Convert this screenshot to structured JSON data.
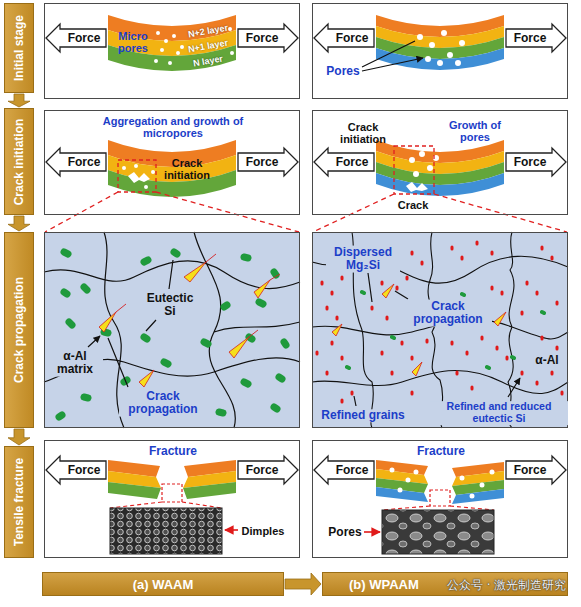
{
  "diagram": {
    "nodes": [
      {
        "text": [
          "Initial stage"
        ]
      },
      {
        "text": [
          "Force",
          "Force",
          "Micro pores",
          "N+2 layer",
          "N+1 layer",
          "N layer"
        ]
      },
      {
        "text": [
          "Force",
          "Force",
          "Pores"
        ]
      },
      {
        "text": [
          "Crack initiation"
        ]
      },
      {
        "text": [
          "Force",
          "Force",
          "Aggregation and growth of micropores",
          "Crack initiation"
        ]
      },
      {
        "text": [
          "Force",
          "Force",
          "Crack initiation",
          "Growth of pores",
          "Crack"
        ]
      },
      {
        "text": [
          "Crack propagation"
        ]
      },
      {
        "text": [
          "Eutectic Si",
          "α-Al matrix",
          "Crack propagation"
        ]
      },
      {
        "text": [
          "Dispersed Mg₂Si",
          "Crack propagation",
          "α-Al",
          "Refined grains",
          "Refined and reduced eutectic Si"
        ]
      },
      {
        "text": [
          "Tensile fracture"
        ]
      },
      {
        "text": [
          "Force",
          "Force",
          "Fracture",
          "Dimples"
        ]
      },
      {
        "text": [
          "Force",
          "Force",
          "Fracture",
          "Pores"
        ]
      },
      {
        "text": [
          "(a) WAAM"
        ]
      },
      {
        "text": [
          "(b) WPAAM"
        ]
      }
    ],
    "edges": [
      {
        "from": 0,
        "to": 3,
        "arrow": "to"
      },
      {
        "from": 3,
        "to": 6,
        "arrow": "to"
      },
      {
        "from": 6,
        "to": 9,
        "arrow": "to"
      },
      {
        "from": 12,
        "to": 13,
        "arrow": "to"
      }
    ],
    "labels": [
      "公众号 · 激光制造研究"
    ]
  }
}
